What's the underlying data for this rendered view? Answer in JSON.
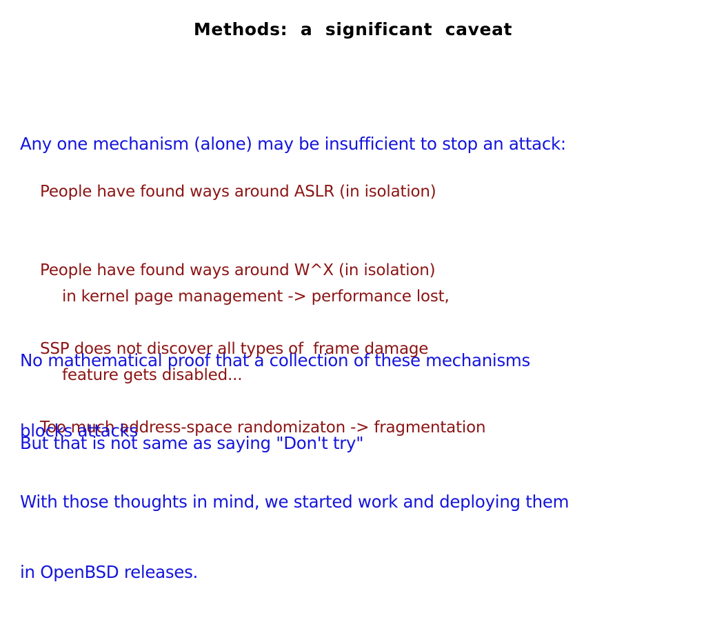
{
  "slide": {
    "title": "Methods:  a  significant  caveat",
    "background_color": "#ffffff",
    "title_color": "#000000",
    "accent_blue": "#1414dc",
    "accent_red": "#8b1414",
    "intro": "Any one mechanism (alone) may be insufficient to stop an attack:",
    "bullets": [
      "People have found ways around ASLR (in isolation)",
      "People have found ways around W^X (in isolation)",
      "SSP does not discover all types of  frame damage",
      "Too much address-space randomizaton -> fragmentation"
    ],
    "bullet_continuations": [
      "in kernel page management -> performance lost,",
      "feature gets disabled..."
    ],
    "no_proof": [
      "No mathematical proof that a collection of these mechanisms",
      "blocks attacks"
    ],
    "but_line": "But that is not same as saying \"Don't try\"",
    "closing": [
      "With those thoughts in mind, we started work and deploying them",
      "in OpenBSD releases."
    ]
  }
}
